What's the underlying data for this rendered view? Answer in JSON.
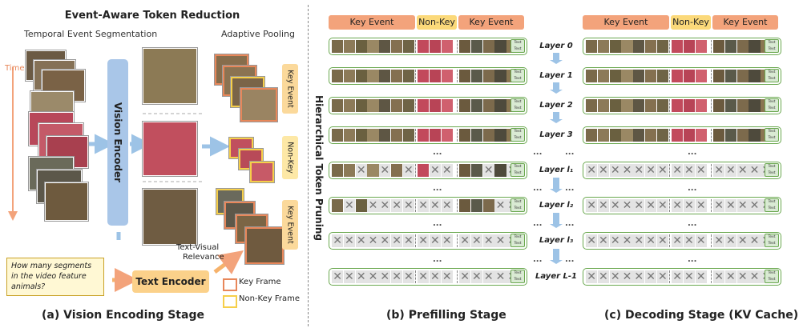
{
  "panel_a": {
    "title": "Event-Aware Token Reduction",
    "temporal_heading": "Temporal Event Segmentation",
    "pooling_heading": "Adaptive Pooling",
    "time_label": "Time",
    "vision_encoder": "Vision Encoder",
    "text_encoder": "Text Encoder",
    "question": "How many segments in the video feature animals?",
    "relevance_label_1": "Text-Visual",
    "relevance_label_2": "Relevance",
    "tag_key_top": "Key Event",
    "tag_non_key": "Non-Key",
    "tag_key_bottom": "Key Event",
    "legend_key": "Key Frame",
    "legend_non_key": "Non-Key Frame",
    "caption": "(a) Vision Encoding Stage"
  },
  "side_label": "Hierarchical Token Pruning",
  "headers": {
    "key": "Key Event",
    "non_key": "Non-Key"
  },
  "text_token": "Text",
  "ellipsis": "...",
  "layers": [
    "Layer 0",
    "Layer 1",
    "Layer 2",
    "Layer 3",
    "Layer l₁",
    "Layer l₂",
    "Layer l₃",
    "Layer L-1"
  ],
  "panel_b": {
    "caption": "(b) Prefilling Stage"
  },
  "panel_c": {
    "caption": "(c) Decoding Stage (KV Cache)"
  },
  "colors": {
    "key_event": "#f3a37b",
    "non_key": "#fbd97a",
    "row_border": "#6aa84f",
    "vision_encoder": "#a9c6e8",
    "text_encoder": "#fbd18a",
    "pruned_token": "#e3e3e3"
  }
}
